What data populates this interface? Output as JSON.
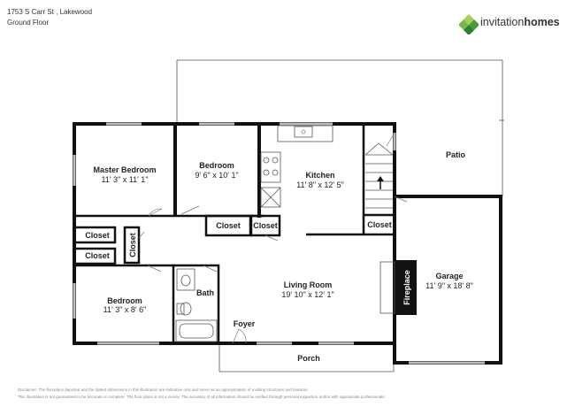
{
  "header": {
    "address": "1753 S Carr St , Lakewood",
    "floor": "Ground Floor"
  },
  "brand": {
    "name_part1": "invitation",
    "name_part2": "homes",
    "icon": "diamond-cluster-logo-icon",
    "colors": [
      "#7ab648",
      "#4a9a3c",
      "#2f7d32",
      "#a5cf5b"
    ]
  },
  "rooms": {
    "master_bedroom": {
      "name": "Master Bedroom",
      "dims": "11' 3\" x 11' 1\""
    },
    "bedroom_1": {
      "name": "Bedroom",
      "dims": "9' 6\" x 10' 1\""
    },
    "kitchen": {
      "name": "Kitchen",
      "dims": "11' 8\" x 12' 5\""
    },
    "patio": {
      "name": "Patio"
    },
    "living_room": {
      "name": "Living Room",
      "dims": "19' 10\" x 12' 1\""
    },
    "garage": {
      "name": "Garage",
      "dims": "11' 9\" x 18' 8\""
    },
    "bedroom_2": {
      "name": "Bedroom",
      "dims": "11' 3\" x 8' 6\""
    },
    "bath": {
      "name": "Bath"
    },
    "foyer": {
      "name": "Foyer"
    },
    "porch": {
      "name": "Porch"
    },
    "fireplace": {
      "name": "Fireplace"
    }
  },
  "closets": {
    "label": "Closet"
  },
  "disclaimer": {
    "line1": "Disclaimer: The floorplans depicted and the stated dimensions in this illustration are indicative only and serve as an approximation of existing structures and features.",
    "line2": "This illustration is not guaranteed to be accurate or complete. The floor plans is not a survey. The accuracy of all information should be verified through personal inspection and/or with appropriate professionals."
  }
}
